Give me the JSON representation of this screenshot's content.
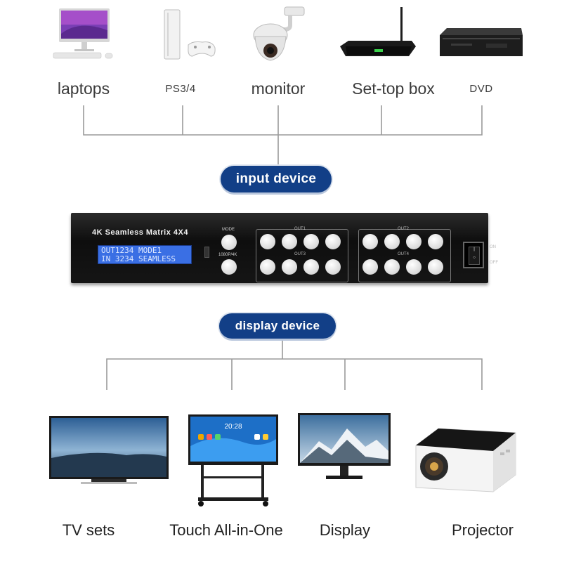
{
  "input_sources": [
    {
      "label": "laptops",
      "icon": "laptop-icon"
    },
    {
      "label": "PS3/4",
      "icon": "game-console-icon"
    },
    {
      "label": "monitor",
      "icon": "security-camera-icon"
    },
    {
      "label": "Set-top box",
      "icon": "set-top-box-icon"
    },
    {
      "label": "DVD",
      "icon": "dvd-player-icon"
    }
  ],
  "input_badge": "input device",
  "device": {
    "title": "4K Seamless Matrix 4X4",
    "lcd_line1": "OUT1234 MODE1",
    "lcd_line2": "IN  3234 SEAMLESS",
    "mode_label": "MODE",
    "select_label": "1080P/4K",
    "out1_label": "OUT1",
    "out2_label": "OUT2",
    "out3_label": "OUT3",
    "out4_label": "OUT4",
    "on_label": "ON",
    "off_label": "OFF"
  },
  "display_badge": "display device",
  "display_targets": [
    {
      "label": "TV sets",
      "icon": "tv-icon"
    },
    {
      "label": "Touch All-in-One",
      "icon": "touch-screen-icon",
      "clock": "20:28"
    },
    {
      "label": "Display",
      "icon": "display-monitor-icon"
    },
    {
      "label": "Projector",
      "icon": "projector-icon"
    }
  ],
  "colors": {
    "badge": "#123f87",
    "wire": "#9a9a9a",
    "lcd": "#3a6fe4"
  }
}
